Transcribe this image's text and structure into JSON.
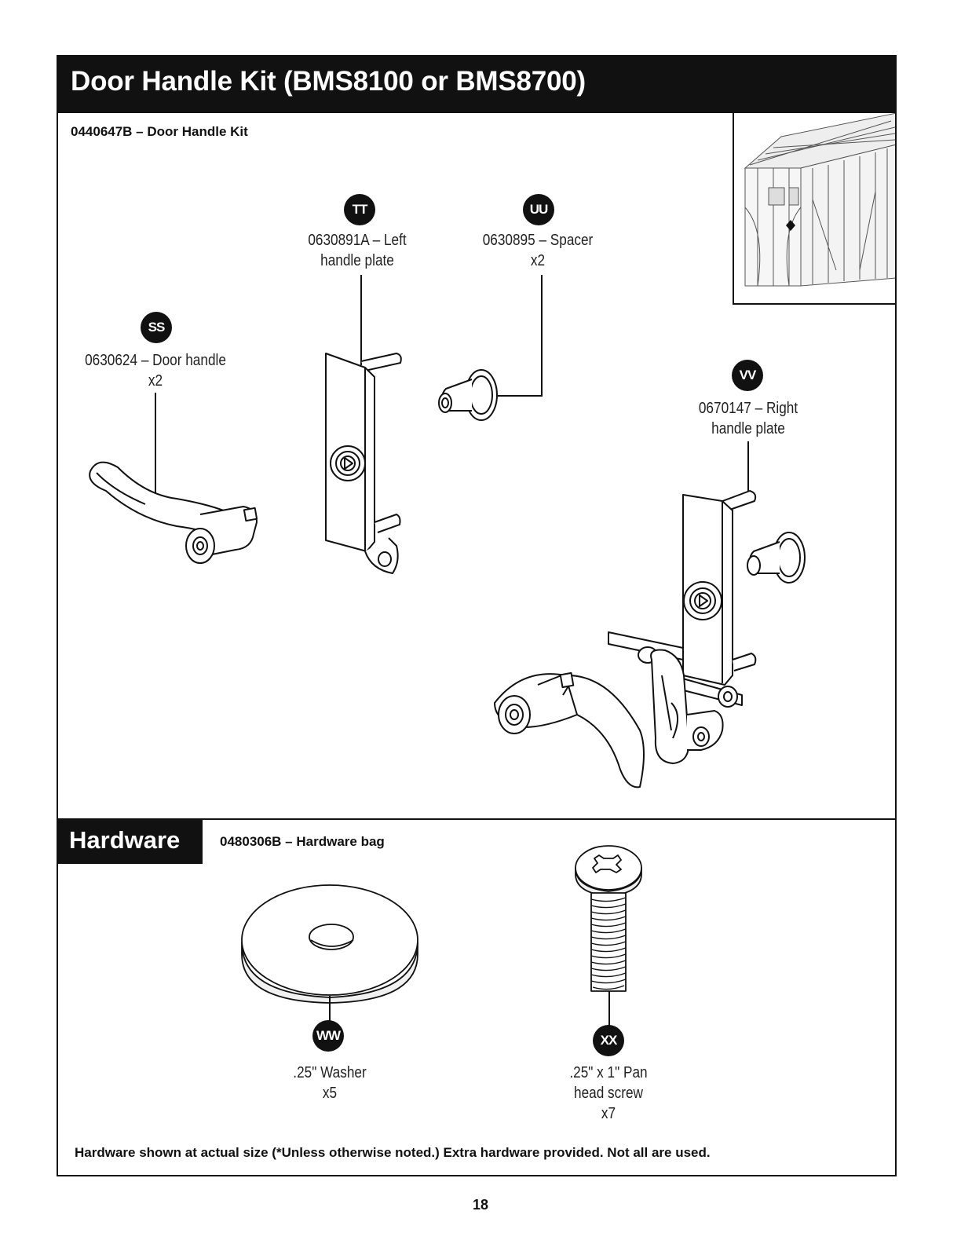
{
  "header": {
    "title": "Door Handle Kit (BMS8100 or BMS8700)"
  },
  "kit": {
    "label": "0440647B – Door Handle Kit"
  },
  "parts": [
    {
      "badge": "SS",
      "caption_line1": "0630624 – Door handle",
      "caption_line2": "x2"
    },
    {
      "badge": "TT",
      "caption_line1": "0630891A – Left",
      "caption_line2": "handle plate"
    },
    {
      "badge": "UU",
      "caption_line1": "0630895 – Spacer",
      "caption_line2": "x2"
    },
    {
      "badge": "VV",
      "caption_line1": "0670147 – Right",
      "caption_line2": "handle plate"
    }
  ],
  "hardware": {
    "tab": "Hardware",
    "bag_label": "0480306B – Hardware bag",
    "items": [
      {
        "badge": "WW",
        "caption_line1": ".25\" Washer",
        "caption_line2": "x5"
      },
      {
        "badge": "XX",
        "caption_line1": ".25\" x 1\" Pan",
        "caption_line2": "head screw",
        "caption_line3": "x7"
      }
    ]
  },
  "footnote": "Hardware shown at actual size (*Unless otherwise noted.) Extra hardware provided. Not all are used.",
  "page_number": "18",
  "icons": [
    "shed-diagram-icon",
    "door-handle-icon",
    "left-handle-plate-icon",
    "spacer-icon",
    "right-handle-plate-icon",
    "washer-icon",
    "screw-icon"
  ]
}
